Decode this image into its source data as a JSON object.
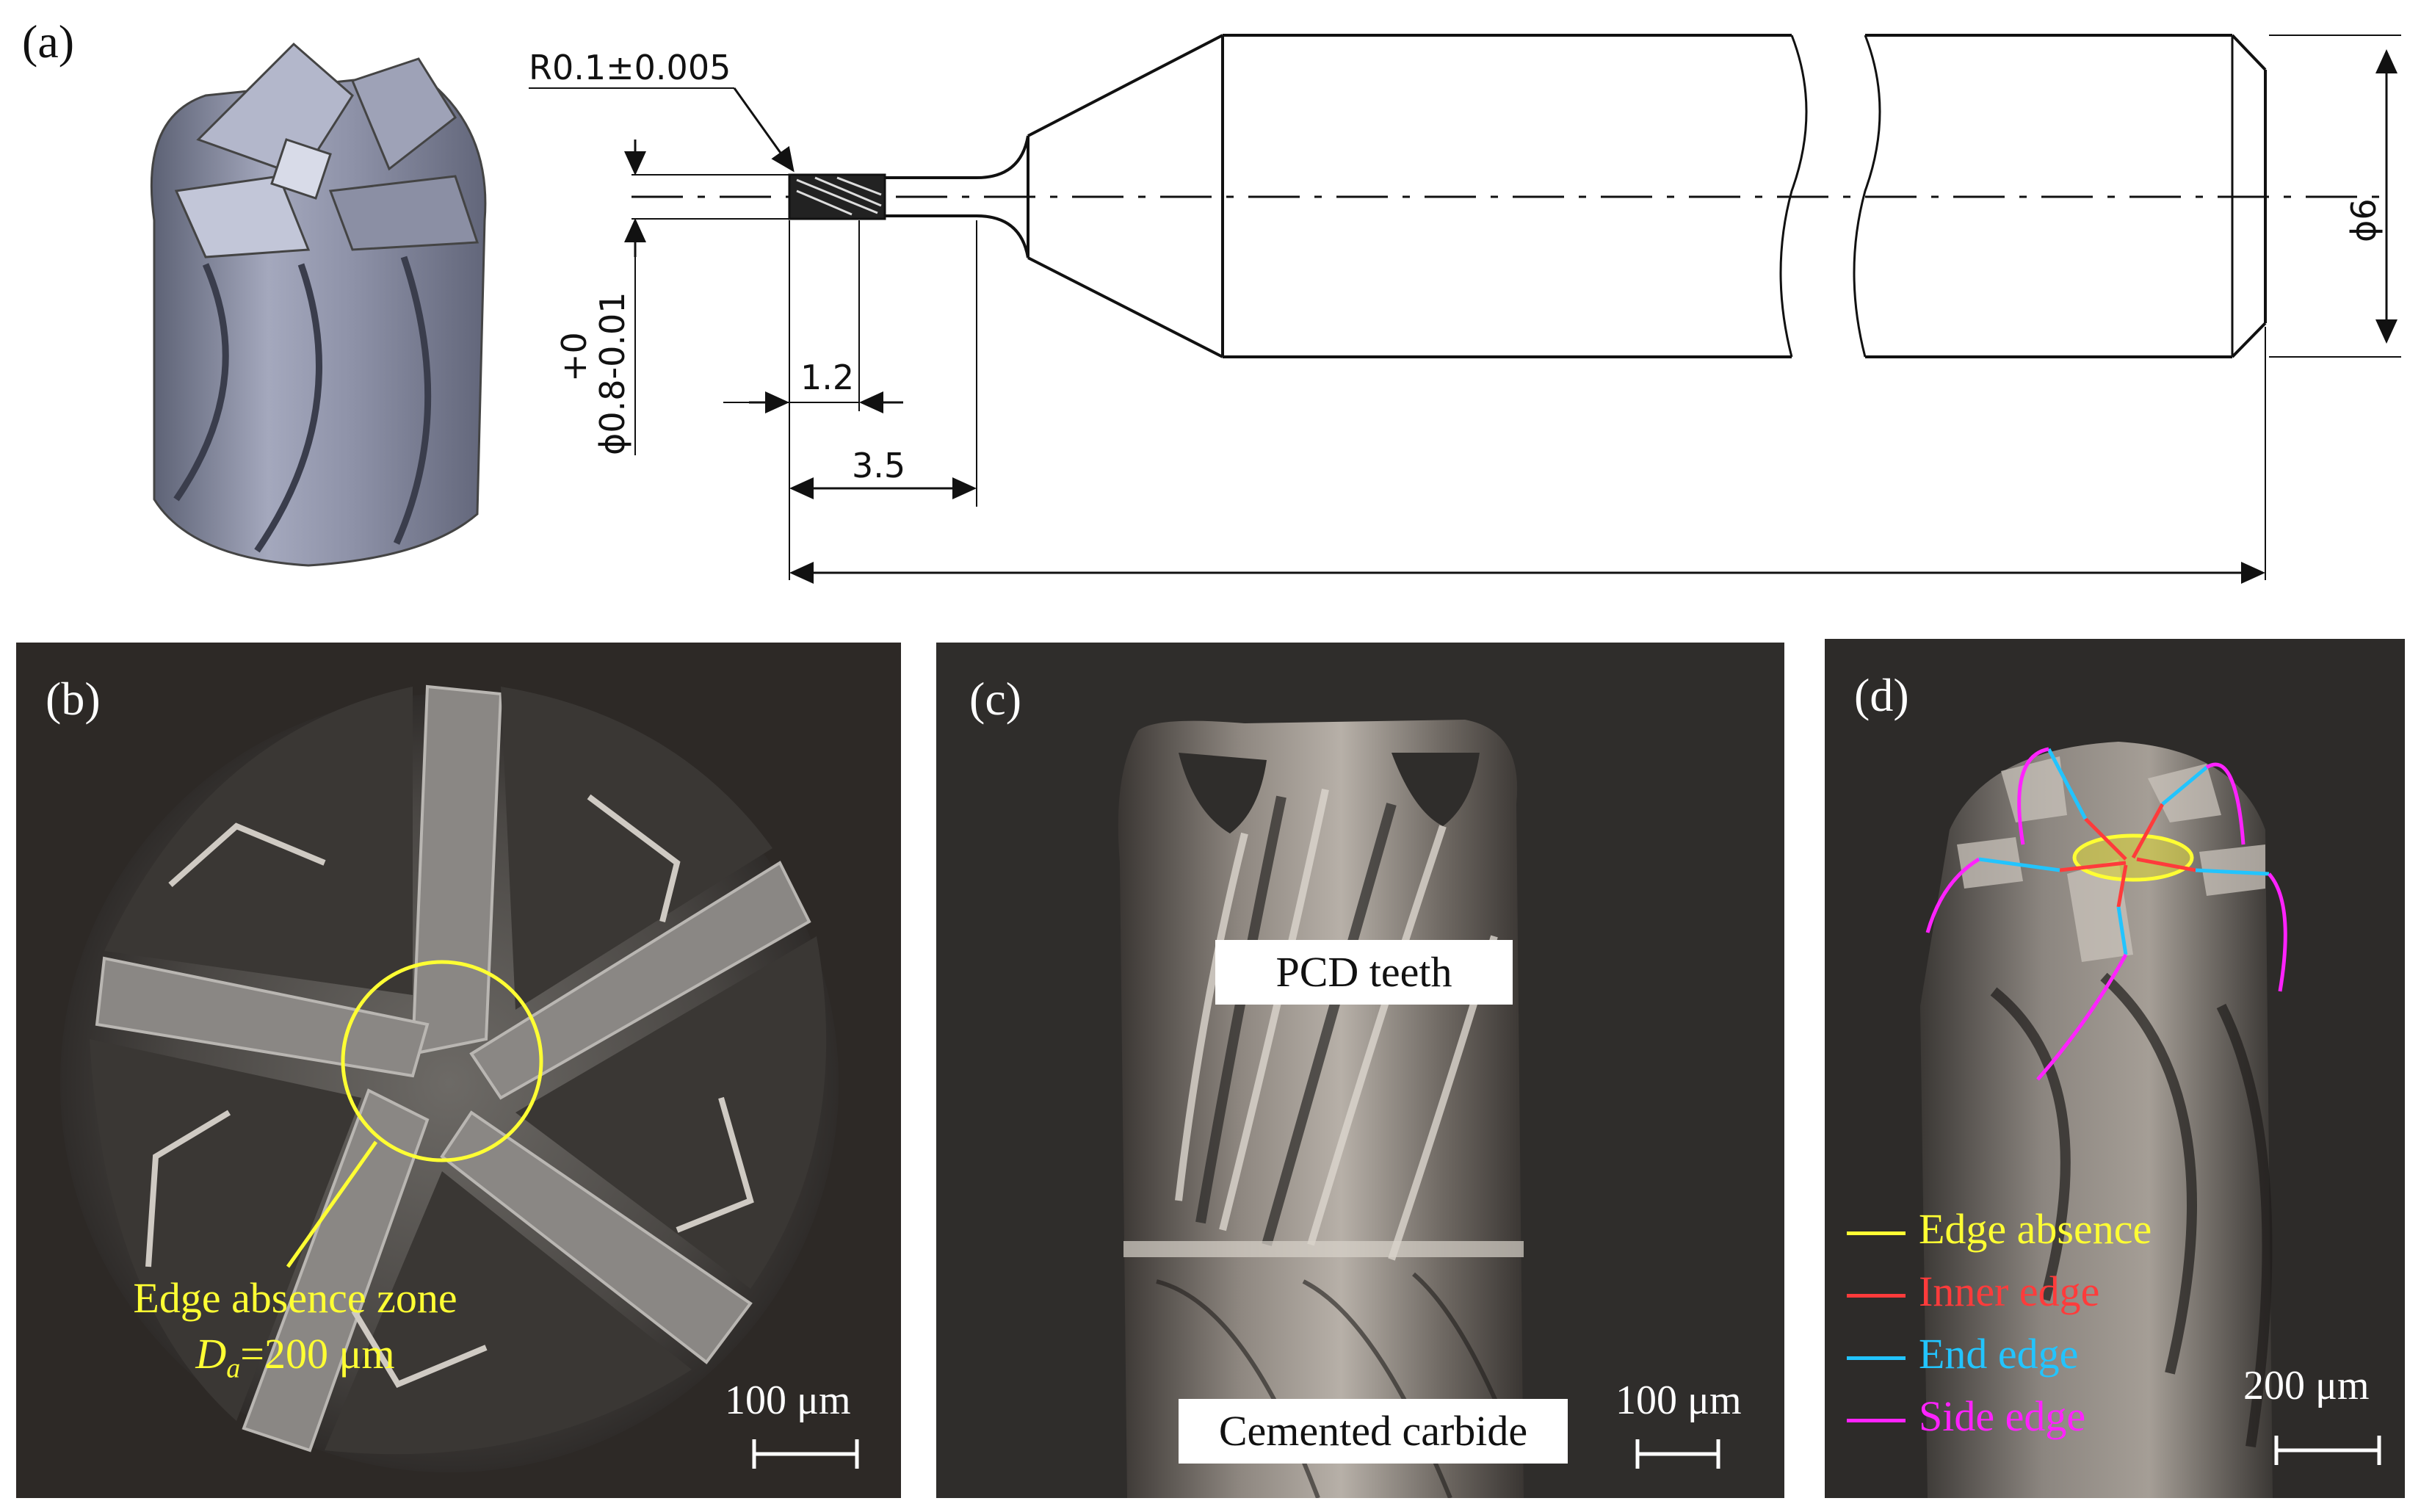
{
  "panels": {
    "a": {
      "label": "(a)",
      "dimensions": {
        "radius": "R0.1±0.005",
        "diameter_small": "ϕ0.8-0.01",
        "tolerance_upper": "+0",
        "length_teeth": "1.2",
        "length_neck": "3.5",
        "diameter_shank": "ϕ6"
      }
    },
    "b": {
      "label": "(b)",
      "annotation_line1": "Edge absence zone",
      "annotation_symbol": "D",
      "annotation_subscript": "a",
      "annotation_value": "=200 μm",
      "scale": "100 μm"
    },
    "c": {
      "label": "(c)",
      "tag_top": "PCD teeth",
      "tag_bottom": "Cemented carbide",
      "scale": "100 μm"
    },
    "d": {
      "label": "(d)",
      "scale": "200 μm",
      "legend": [
        {
          "label": "Edge absence",
          "color": "#ffff33"
        },
        {
          "label": "Inner edge",
          "color": "#ff3b3b"
        },
        {
          "label": "End edge",
          "color": "#22c4ff"
        },
        {
          "label": "Side edge",
          "color": "#ff22ff"
        }
      ]
    }
  },
  "colors": {
    "annotation_yellow": "#ffff33",
    "inner_edge": "#ff3b3b",
    "end_edge": "#22c4ff",
    "side_edge": "#ff22ff"
  }
}
